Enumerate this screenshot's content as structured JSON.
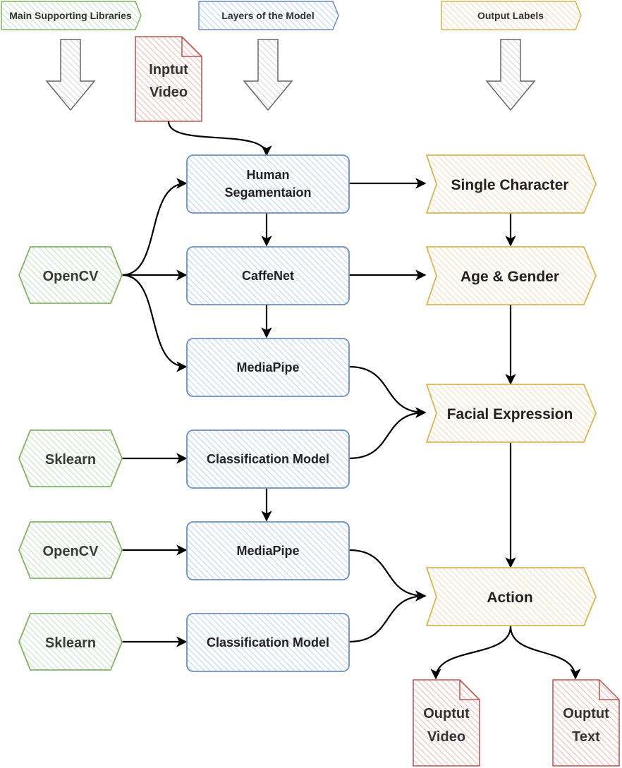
{
  "legend": {
    "libraries": "Main Supporting Libraries",
    "layers": "Layers of the Model",
    "outputs": "Output Labels"
  },
  "input": {
    "line1": "Inptut",
    "line2": "Video"
  },
  "layers": {
    "human_segmentation": {
      "line1": "Human",
      "line2": "Segamentaion"
    },
    "caffenet": "CaffeNet",
    "mediapipe_1": "MediaPipe",
    "classification_1": "Classification Model",
    "mediapipe_2": "MediaPipe",
    "classification_2": "Classification Model"
  },
  "libraries": {
    "opencv_1": "OpenCV",
    "sklearn_1": "Sklearn",
    "opencv_2": "OpenCV",
    "sklearn_2": "Sklearn"
  },
  "outputs": {
    "single_character": "Single Character",
    "age_gender": "Age & Gender",
    "facial_expression": "Facial Expression",
    "action": "Action"
  },
  "final": {
    "video": {
      "line1": "Ouptut",
      "line2": "Video"
    },
    "text": {
      "line1": "Ouptut",
      "line2": "Text"
    }
  },
  "colors": {
    "blue_fill": "#dae8fc",
    "blue_stroke": "#6c8ebf",
    "green_fill": "#d5e8d4",
    "green_stroke": "#82b366",
    "orange_fill": "#ffe6cc",
    "orange_stroke": "#d6b656",
    "red_fill": "#f8cecc",
    "red_stroke": "#b85450",
    "gray_fill": "#f5f5f5",
    "gray_stroke": "#666666"
  }
}
